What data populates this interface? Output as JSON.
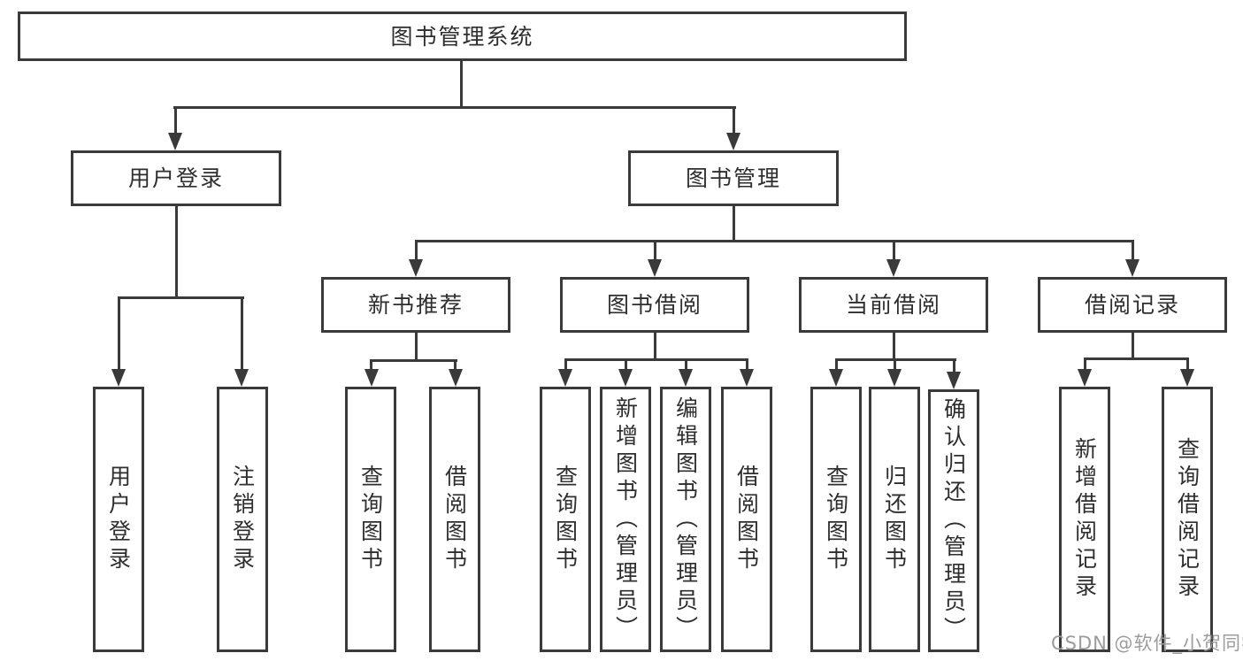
{
  "tree": {
    "label": "图书管理系统",
    "children": [
      {
        "label": "用户登录",
        "children": [
          {
            "label": "用户登录"
          },
          {
            "label": "注销登录"
          }
        ]
      },
      {
        "label": "图书管理",
        "children": [
          {
            "label": "新书推荐",
            "children": [
              {
                "label": "查询图书"
              },
              {
                "label": "借阅图书"
              }
            ]
          },
          {
            "label": "图书借阅",
            "children": [
              {
                "label": "查询图书"
              },
              {
                "label": "新增图书（管理员）"
              },
              {
                "label": "编辑图书（管理员）"
              },
              {
                "label": "借阅图书"
              }
            ]
          },
          {
            "label": "当前借阅",
            "children": [
              {
                "label": "查询图书"
              },
              {
                "label": "归还图书"
              },
              {
                "label": "确认归还（管理员）"
              }
            ]
          },
          {
            "label": "借阅记录",
            "children": [
              {
                "label": "新增借阅记录"
              },
              {
                "label": "查询借阅记录"
              }
            ]
          }
        ]
      }
    ]
  },
  "watermark": "CSDN @软件_小贺同学",
  "colors": {
    "line": "#3a3a3a",
    "text": "#2e2e2e",
    "background": "#ffffff",
    "watermark": "#9c9c9c"
  }
}
